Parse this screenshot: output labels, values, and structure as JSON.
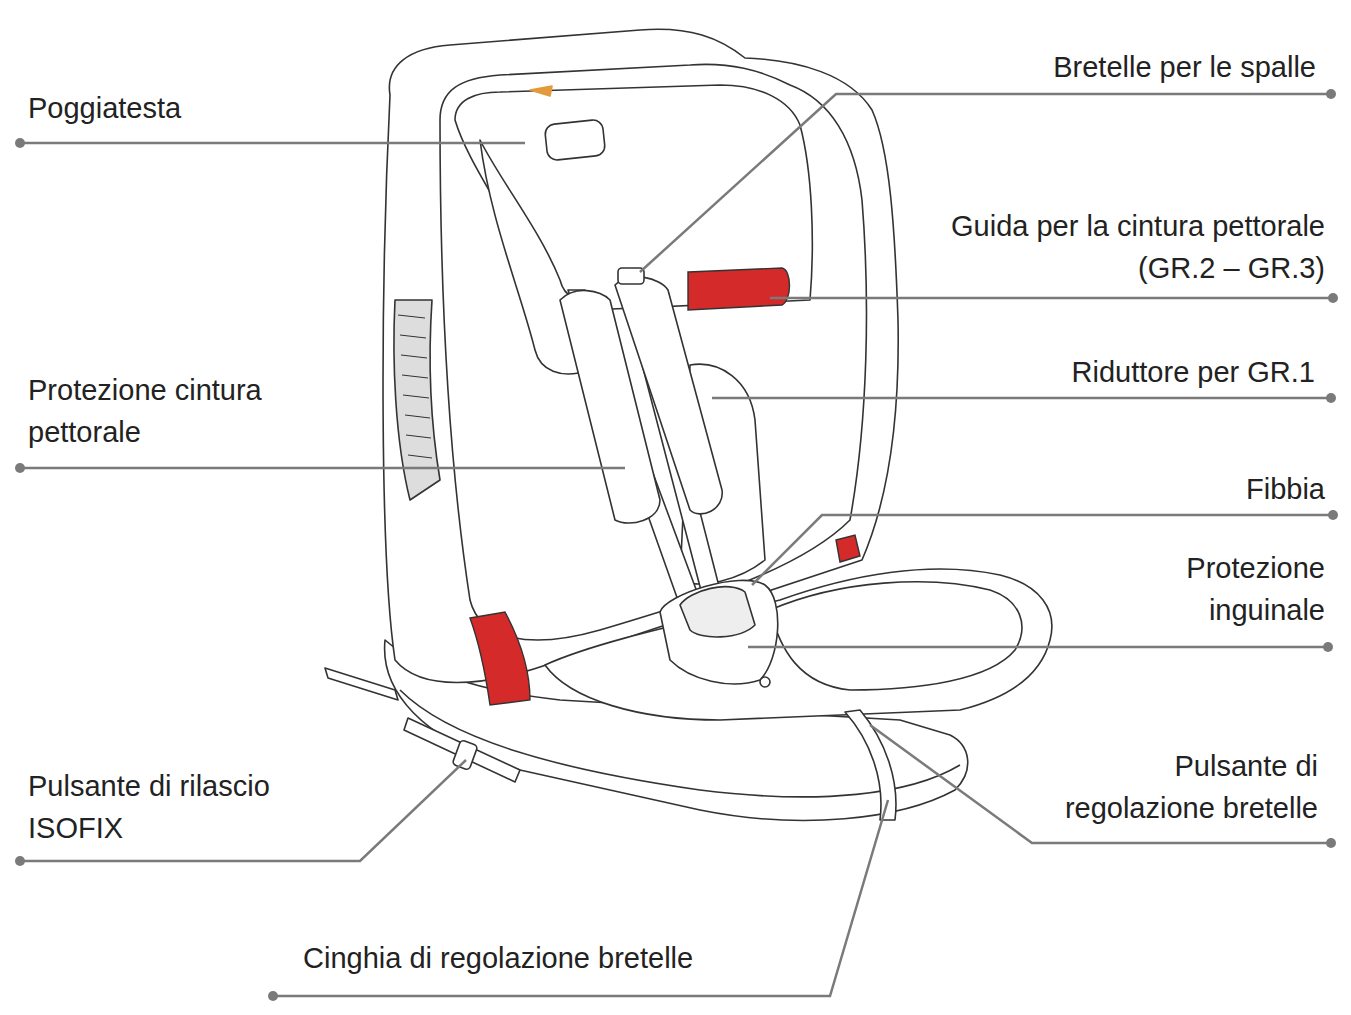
{
  "diagram": {
    "labels": [
      "Bretelle per le spalle",
      "Poggiatesta",
      "Guida per la cintura pettorale (GR.2 – GR.3)",
      "Riduttore per GR.1",
      "Protezione cintura pettorale",
      "Fibbia",
      "Protezione inguinale",
      "Pulsante di regolazione bretelle",
      "Pulsante di rilascio ISOFIX",
      "Cinghia di regolazione bretelle"
    ]
  }
}
